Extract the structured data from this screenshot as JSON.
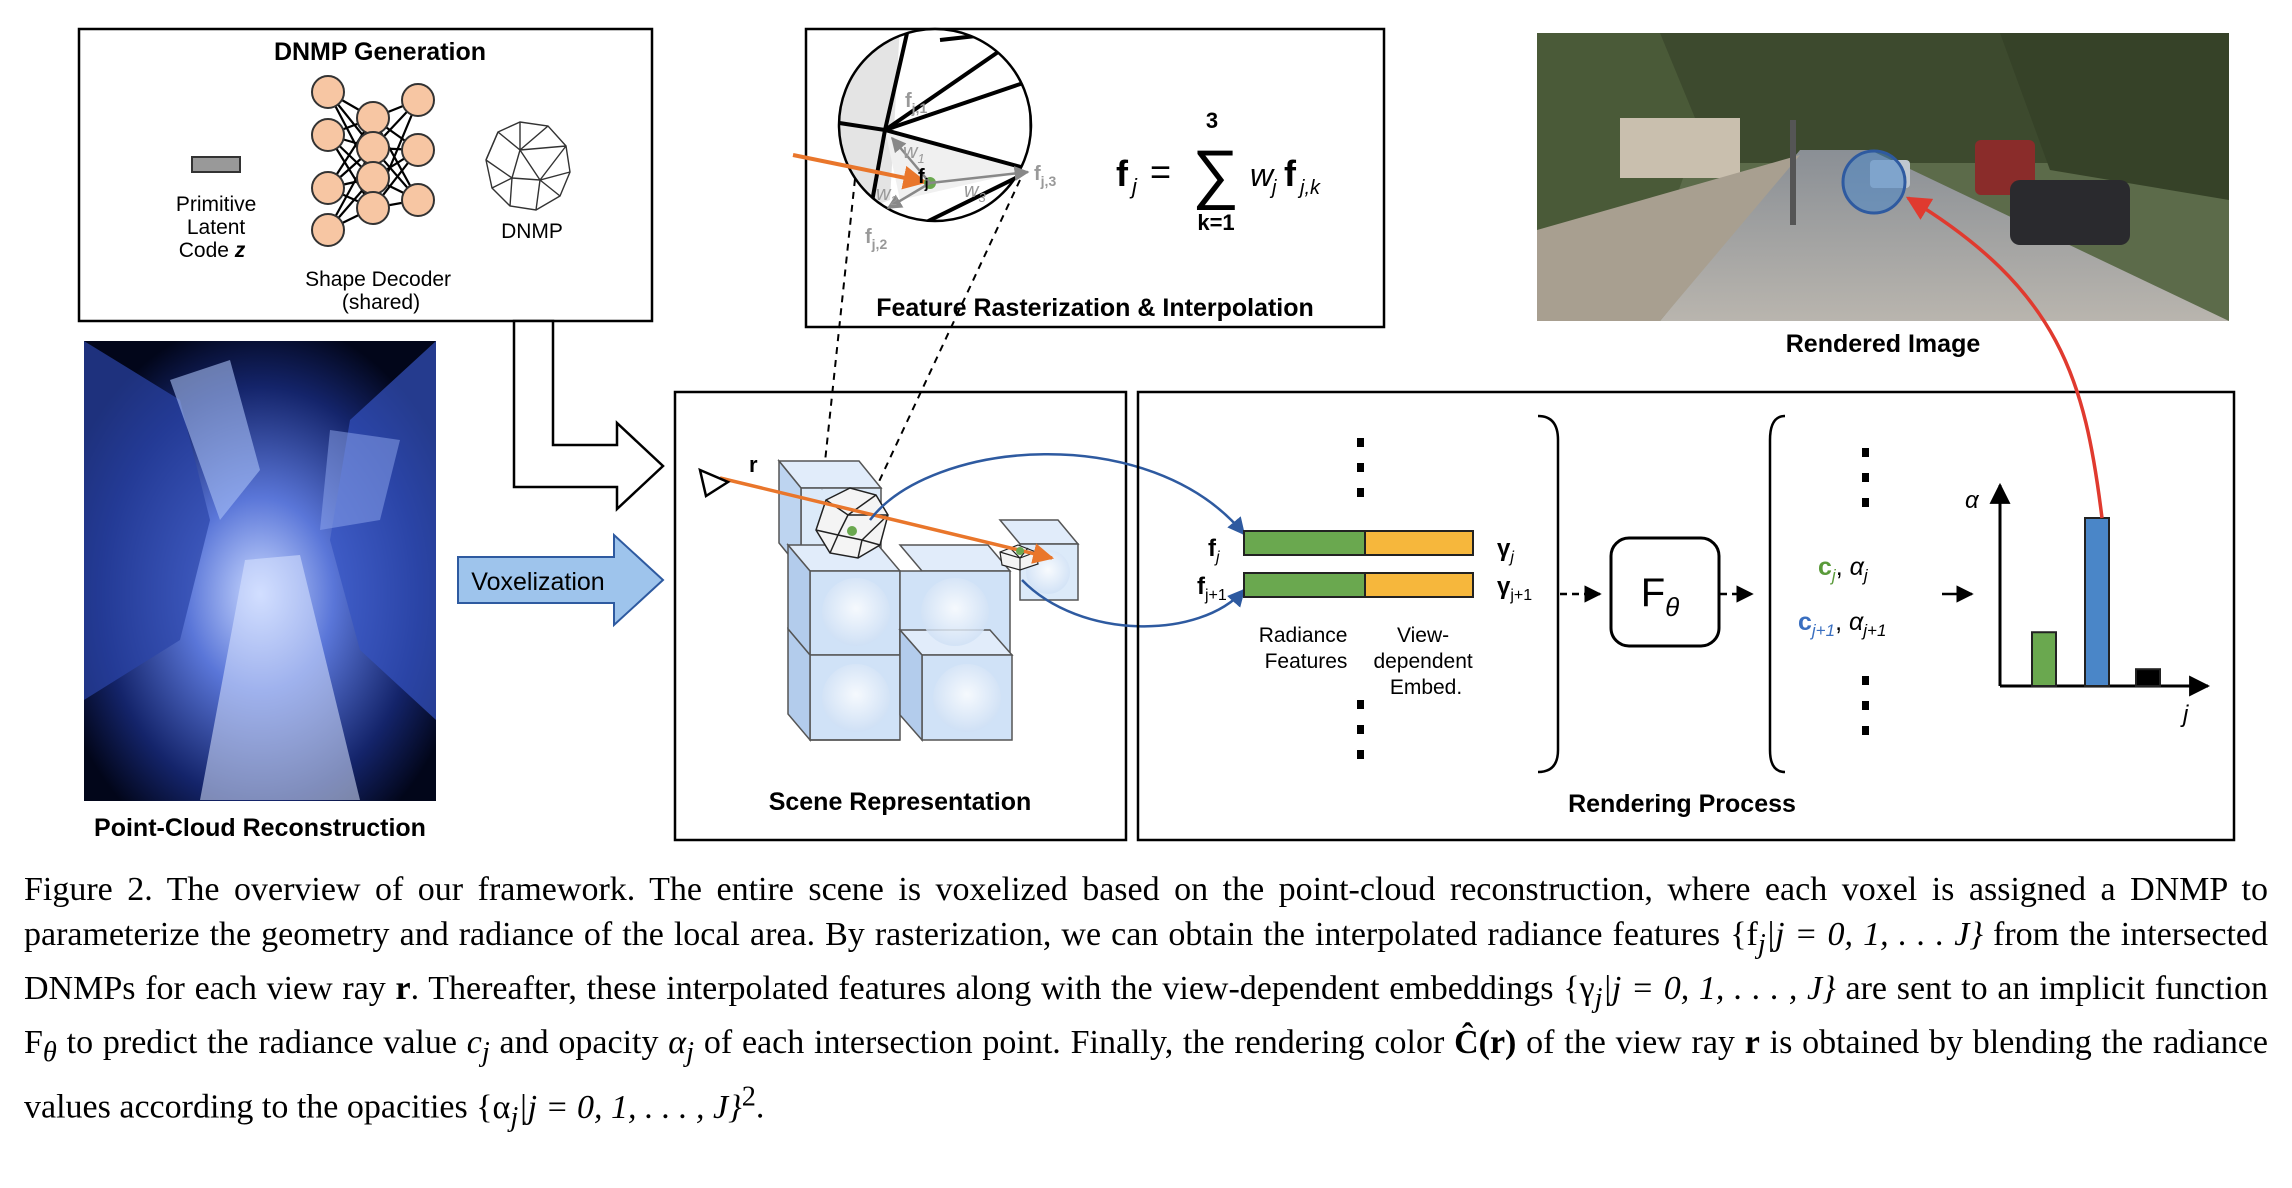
{
  "figure": {
    "dnmp_generation": {
      "title": "DNMP Generation",
      "latent_label_lines": [
        "Primitive",
        "Latent",
        "Code "
      ],
      "latent_symbol": "z",
      "decoder_label_lines": [
        "Shape Decoder",
        "(shared)"
      ],
      "dnmp_label": "DNMP"
    },
    "point_cloud": {
      "title": "Point-Cloud Reconstruction"
    },
    "voxelization": {
      "label": "Voxelization"
    },
    "rasterization": {
      "title": "Feature Rasterization & Interpolation",
      "vertices": [
        "f",
        "f",
        "f"
      ],
      "vertex_subs": [
        "j,1",
        "j,2",
        "j,3"
      ],
      "weights": [
        "w",
        "w",
        "w"
      ],
      "weight_subs": [
        "1",
        "2",
        "3"
      ],
      "center": "f",
      "center_sub": "j",
      "formula": {
        "lhs": "f",
        "lhs_sub": "j",
        "eq": "=",
        "sum": "∑",
        "upper": "3",
        "lower": "k=1",
        "w": "w",
        "w_sub": "j",
        "f": "f",
        "f_sub": "j,k"
      }
    },
    "scene": {
      "title": "Scene Representation",
      "ray": "r"
    },
    "rendering": {
      "title": "Rendering Process",
      "feature_rows": [
        {
          "f": "f",
          "f_sub": "j",
          "gamma": "γ",
          "gamma_sub": "j"
        },
        {
          "f": "f",
          "f_sub": "j+1",
          "gamma": "γ",
          "gamma_sub": "j+1"
        }
      ],
      "radiance_label_lines": [
        "Radiance",
        "Features"
      ],
      "embed_label_lines": [
        "View-",
        "dependent",
        "Embed."
      ],
      "function": "F",
      "function_sub": "θ",
      "outputs": [
        {
          "c": "c",
          "c_sub": "j",
          "sep": ", ",
          "alpha": "α",
          "alpha_sub": "j"
        },
        {
          "c": "c",
          "c_sub": "j+1",
          "sep": ", ",
          "alpha": "α",
          "alpha_sub": "j+1"
        }
      ],
      "y_axis": "α",
      "x_axis": "j",
      "bars": [
        0.32,
        1.0,
        0.1
      ]
    },
    "rendered": {
      "title": "Rendered Image"
    }
  },
  "colors": {
    "green": "#6aa84f",
    "yellow": "#f6b73c",
    "blue": "#4a86c8",
    "orange": "#e9762b",
    "red": "#e03a2f",
    "node": "#f7c6a3",
    "arrow_blue": "#2e5aa0",
    "c_green": "#5a9a3a",
    "c_blue": "#3a6fc0"
  },
  "caption": {
    "p1": "Figure 2.   The overview of our framework. The entire scene is voxelized based on the point-cloud reconstruction, where each voxel is assigned a DNMP to parameterize the geometry and radiance of the local area. By rasterization, we can obtain the interpolated radiance features ",
    "m1": "{f",
    "m1_sub": "j",
    "m1_rest": "|j = 0, 1, . . . J}",
    "p2": " from the intersected DNMPs for each view ray ",
    "m2": "r",
    "p3": ".  Thereafter, these interpolated features along with the view-dependent embeddings ",
    "m3": "{γ",
    "m3_sub": "j",
    "m3_rest": "|j = 0, 1, . . . , J}",
    "p4": " are sent to an implicit function ",
    "m4": "F",
    "m4_sub": "θ",
    "p5": " to predict the radiance value ",
    "m5": "c",
    "m5_sub": "j",
    "p6": " and opacity ",
    "m6": "α",
    "m6_sub": "j",
    "p7": " of each intersection point. Finally, the rendering color ",
    "m7": "Ĉ(r)",
    "p8": " of the view ray ",
    "m8": "r",
    "p9": " is obtained by blending the radiance values according to the opacities ",
    "m9": "{α",
    "m9_sub": "j",
    "m9_rest": "|j = 0, 1, . . . , J}",
    "m9_sup": "2",
    "p10": "."
  }
}
